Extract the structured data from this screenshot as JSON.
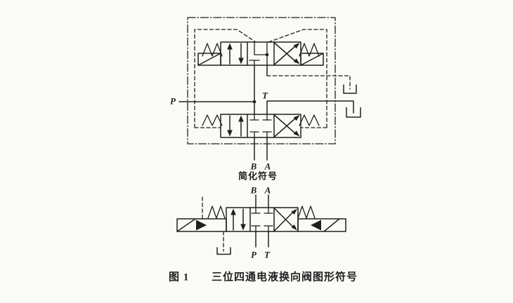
{
  "figure": {
    "detailed": {
      "p": "P",
      "t": "T",
      "b": "B",
      "a": "A"
    },
    "simplified": {
      "subtitle": "简化符号",
      "b": "B",
      "a": "A",
      "p": "P",
      "t": "T"
    },
    "caption": {
      "label": "图 1",
      "title": "三位四通电液换向阀图形符号"
    }
  },
  "colors": {
    "ink": "#1f1f1f",
    "paper": "#fafaf7"
  }
}
